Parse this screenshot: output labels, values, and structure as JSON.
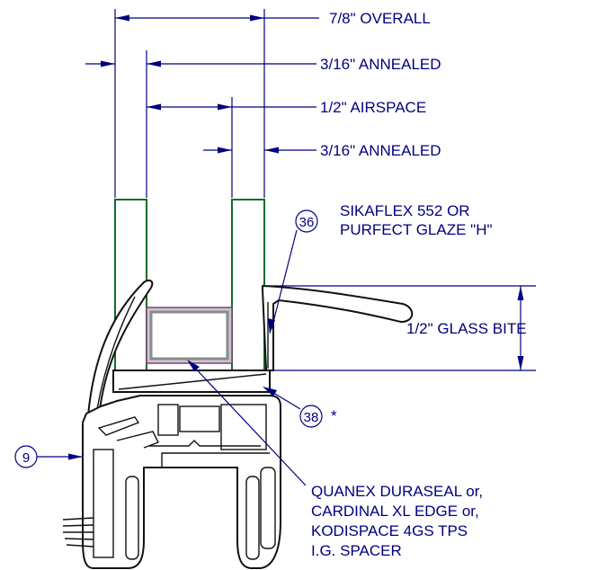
{
  "colors": {
    "dimension": "#00007f",
    "glass": "#0f6d2a",
    "profile": "#111111",
    "spacer_edge": "#7f3f7f"
  },
  "dimensions": {
    "overall": "7/8\"  OVERALL",
    "pane_outer": "3/16\"  ANNEALED",
    "airspace": "1/2\"  AIRSPACE",
    "pane_inner": "3/16\"  ANNEALED",
    "glass_bite": "1/2\"  GLASS BITE"
  },
  "sealant_note": [
    "SIKAFLEX 552 OR",
    "PURFECT GLAZE \"H\""
  ],
  "spacer_note": [
    "QUANEX DURASEAL or,",
    "CARDINAL XL EDGE or,",
    "KODISPACE 4GS TPS",
    "I.G. SPACER"
  ],
  "callouts": {
    "sealant": "36",
    "setting_block": "38",
    "setting_block_mark": "*",
    "frame": "9"
  }
}
